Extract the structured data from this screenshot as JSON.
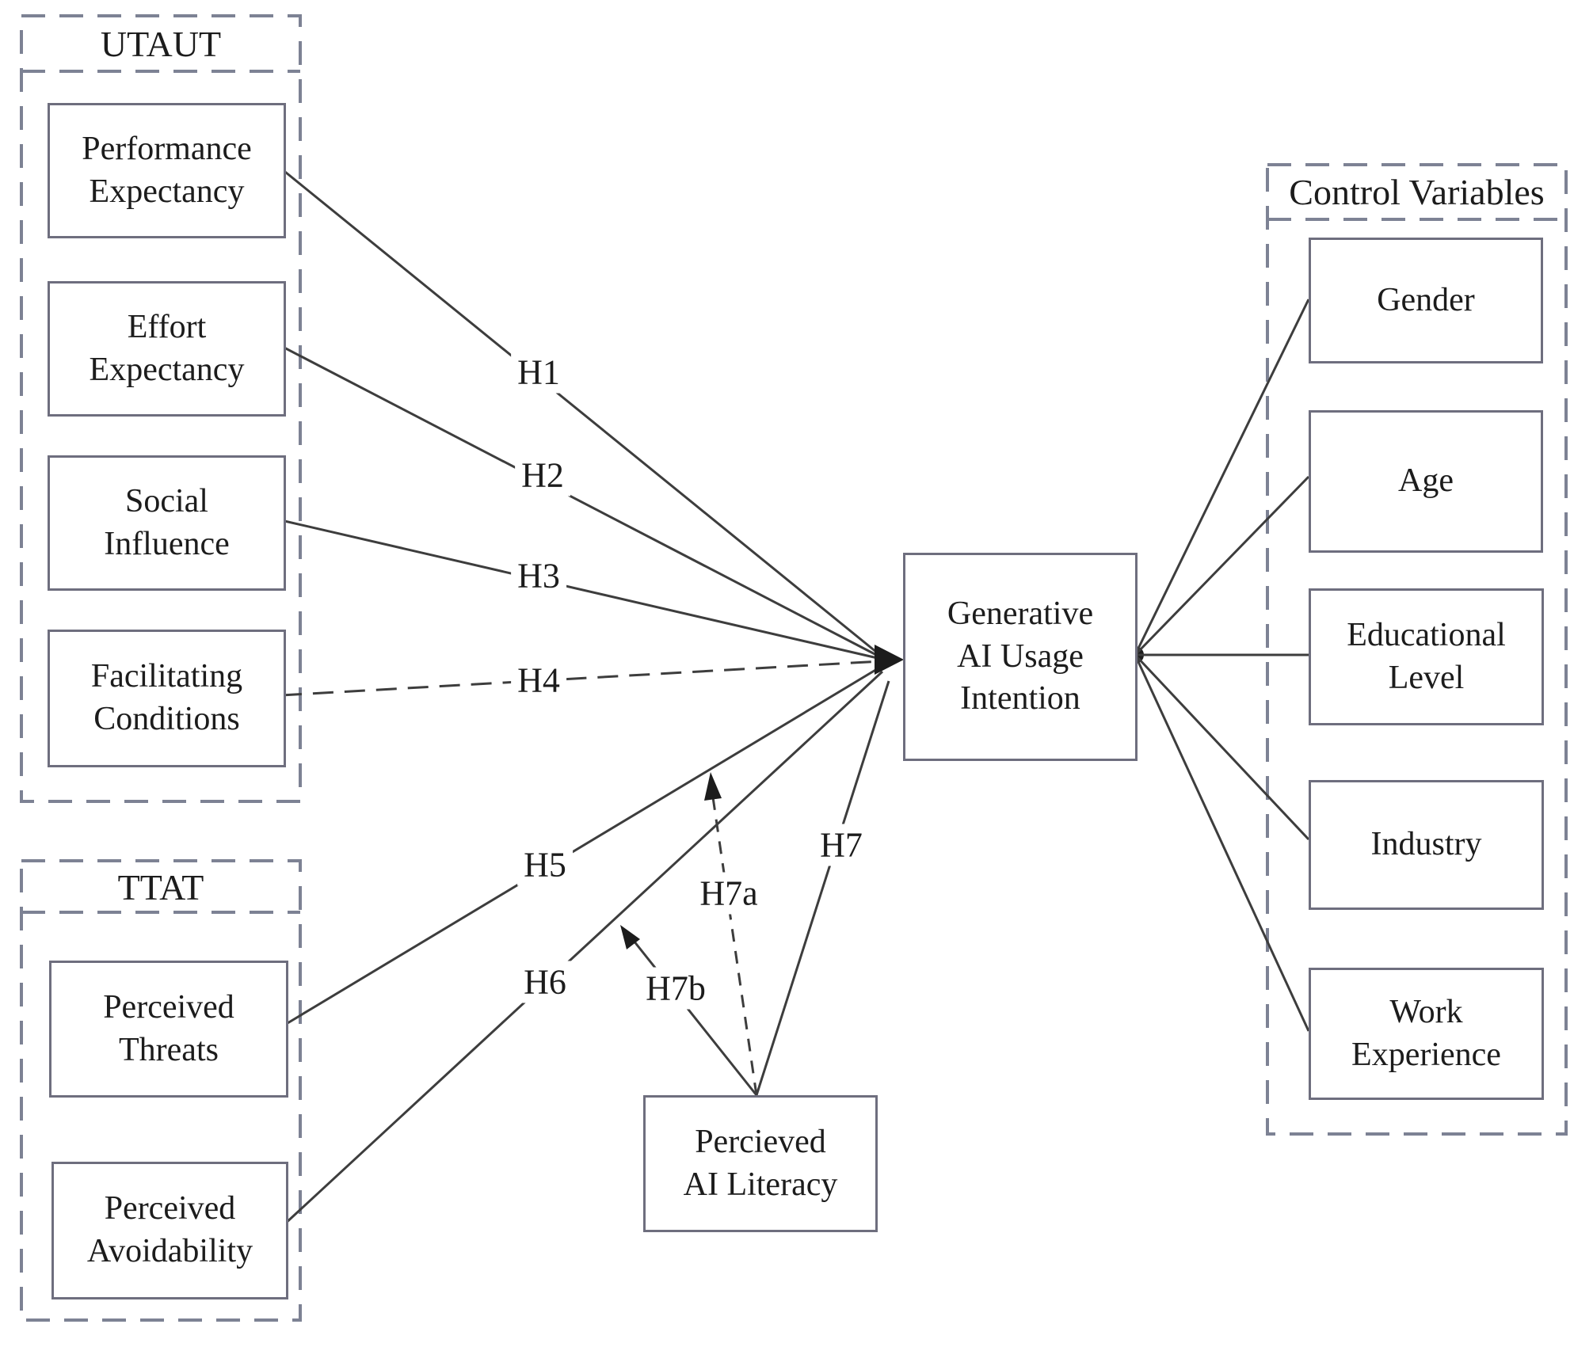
{
  "figure": {
    "type": "research-model-diagram",
    "background": "#ffffff"
  },
  "colors": {
    "connector_line": "#3d3d3d",
    "node_border": "#6e6e7e",
    "group_dashed_border": "#7d8294",
    "text": "#1c1c1c"
  },
  "groups": {
    "utaut": {
      "title": "UTAUT"
    },
    "ttat": {
      "title": "TTAT"
    },
    "control": {
      "title": "Control Variables"
    }
  },
  "nodes": {
    "performance_expectancy": {
      "label": "Performance\nExpectancy"
    },
    "effort_expectancy": {
      "label": "Effort\nExpectancy"
    },
    "social_influence": {
      "label": "Social\nInfluence"
    },
    "facilitating_conditions": {
      "label": "Facilitating\nConditions"
    },
    "perceived_threats": {
      "label": "Perceived\nThreats"
    },
    "perceived_avoidability": {
      "label": "Perceived\nAvoidability"
    },
    "generative_ai_usage_intention": {
      "label": "Generative\nAI Usage\nIntention"
    },
    "percieved_ai_literacy": {
      "label": "Percieved\nAI Literacy"
    },
    "gender": {
      "label": "Gender"
    },
    "age": {
      "label": "Age"
    },
    "educational_level": {
      "label": "Educational\nLevel"
    },
    "industry": {
      "label": "Industry"
    },
    "work_experience": {
      "label": "Work\nExperience"
    }
  },
  "edges": [
    {
      "label": "H1",
      "from": "performance_expectancy",
      "to": "generative_ai_usage_intention",
      "style": "solid"
    },
    {
      "label": "H2",
      "from": "effort_expectancy",
      "to": "generative_ai_usage_intention",
      "style": "solid"
    },
    {
      "label": "H3",
      "from": "social_influence",
      "to": "generative_ai_usage_intention",
      "style": "solid"
    },
    {
      "label": "H4",
      "from": "facilitating_conditions",
      "to": "generative_ai_usage_intention",
      "style": "dashed"
    },
    {
      "label": "H5",
      "from": "perceived_threats",
      "to": "generative_ai_usage_intention",
      "style": "solid"
    },
    {
      "label": "H6",
      "from": "perceived_avoidability",
      "to": "generative_ai_usage_intention",
      "style": "solid"
    },
    {
      "label": "H7",
      "from": "percieved_ai_literacy",
      "to": "generative_ai_usage_intention",
      "style": "solid"
    },
    {
      "label": "H7a",
      "from": "percieved_ai_literacy",
      "to": "edge-H5",
      "style": "dashed"
    },
    {
      "label": "H7b",
      "from": "percieved_ai_literacy",
      "to": "edge-H6",
      "style": "solid"
    }
  ],
  "control_edges": {
    "from": "generative_ai_usage_intention",
    "to": [
      "gender",
      "age",
      "educational_level",
      "industry",
      "work_experience"
    ],
    "style": "solid-unlabeled"
  }
}
